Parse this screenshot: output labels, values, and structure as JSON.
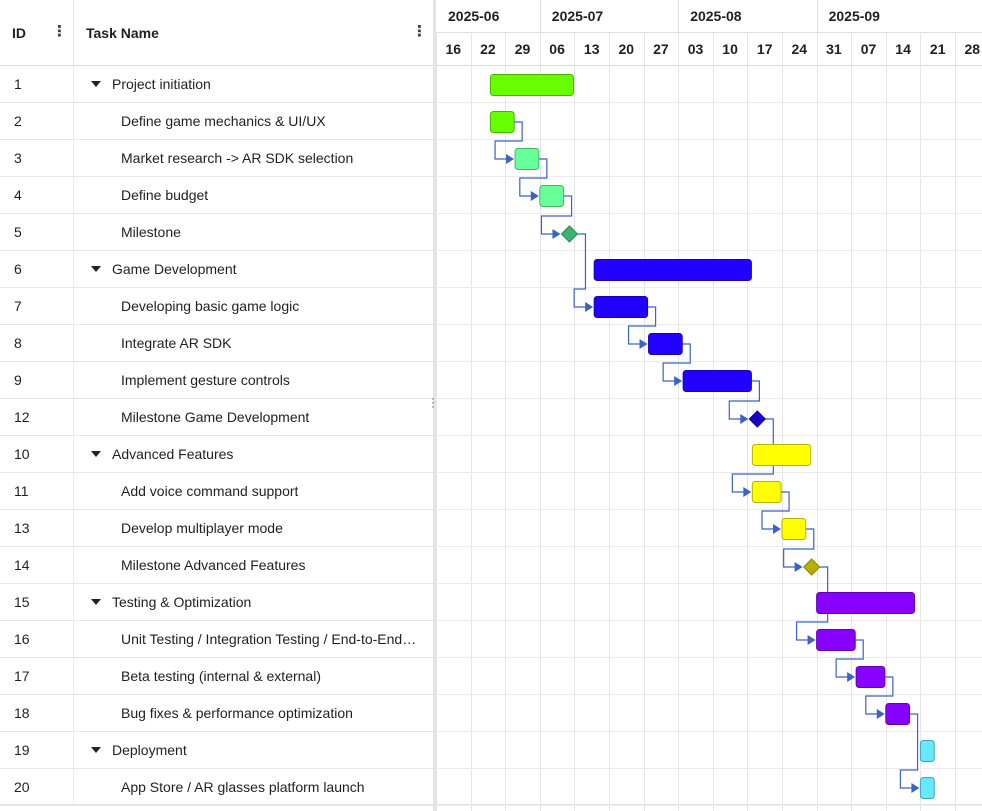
{
  "grid": {
    "columns": {
      "id": "ID",
      "name": "Task Name"
    }
  },
  "chart_data": {
    "type": "gantt",
    "timeline": {
      "months": [
        "2025-06",
        "2025-07",
        "2025-08",
        "2025-09"
      ],
      "weeks": [
        "16",
        "22",
        "29",
        "06",
        "13",
        "20",
        "27",
        "03",
        "10",
        "17",
        "24",
        "31",
        "07",
        "14",
        "21",
        "28"
      ]
    },
    "tasks": [
      {
        "id": "1",
        "name": "Project initiation",
        "kind": "summary",
        "expanded": true,
        "start": "2025-06-27",
        "end": "2025-07-13",
        "color": "#66ff00"
      },
      {
        "id": "2",
        "name": "Define game mechanics & UI/UX",
        "kind": "task",
        "start": "2025-06-27",
        "end": "2025-07-01",
        "color": "#66ff00"
      },
      {
        "id": "3",
        "name": "Market research -> AR SDK selection",
        "kind": "task",
        "start": "2025-07-02",
        "end": "2025-07-06",
        "color": "#66ff99"
      },
      {
        "id": "4",
        "name": "Define budget",
        "kind": "task",
        "start": "2025-07-07",
        "end": "2025-07-11",
        "color": "#66ff99"
      },
      {
        "id": "5",
        "name": "Milestone",
        "kind": "milestone",
        "start": "2025-07-13",
        "color": "#3cb371"
      },
      {
        "id": "6",
        "name": "Game Development",
        "kind": "summary",
        "expanded": true,
        "start": "2025-07-18",
        "end": "2025-08-18",
        "color": "#2200ff"
      },
      {
        "id": "7",
        "name": "Developing basic game logic",
        "kind": "task",
        "start": "2025-07-18",
        "end": "2025-07-28",
        "color": "#2200ff"
      },
      {
        "id": "8",
        "name": "Integrate AR SDK",
        "kind": "task",
        "start": "2025-07-29",
        "end": "2025-08-04",
        "color": "#2200ff"
      },
      {
        "id": "9",
        "name": "Implement gesture controls",
        "kind": "task",
        "start": "2025-08-05",
        "end": "2025-08-18",
        "color": "#2200ff"
      },
      {
        "id": "12",
        "name": "Milestone Game Development",
        "kind": "milestone",
        "start": "2025-08-20",
        "color": "#1c00c8"
      },
      {
        "id": "10",
        "name": "Advanced Features",
        "kind": "summary",
        "expanded": true,
        "start": "2025-08-19",
        "end": "2025-08-30",
        "color": "#ffff00"
      },
      {
        "id": "11",
        "name": "Add voice command support",
        "kind": "task",
        "start": "2025-08-19",
        "end": "2025-08-24",
        "color": "#ffff00"
      },
      {
        "id": "13",
        "name": "Develop multiplayer mode",
        "kind": "task",
        "start": "2025-08-25",
        "end": "2025-08-29",
        "color": "#ffff00"
      },
      {
        "id": "14",
        "name": "Milestone Advanced Features",
        "kind": "milestone",
        "start": "2025-08-31",
        "color": "#b8b000"
      },
      {
        "id": "15",
        "name": "Testing & Optimization",
        "kind": "summary",
        "expanded": true,
        "start": "2025-09-01",
        "end": "2025-09-20",
        "color": "#8800ff"
      },
      {
        "id": "16",
        "name": "Unit Testing / Integration Testing / End-to-End Testing",
        "kind": "task",
        "start": "2025-09-01",
        "end": "2025-09-08",
        "color": "#8800ff"
      },
      {
        "id": "17",
        "name": "Beta testing (internal & external)",
        "kind": "task",
        "start": "2025-09-09",
        "end": "2025-09-14",
        "color": "#8800ff"
      },
      {
        "id": "18",
        "name": "Bug fixes & performance optimization",
        "kind": "task",
        "start": "2025-09-15",
        "end": "2025-09-19",
        "color": "#8800ff"
      },
      {
        "id": "19",
        "name": "Deployment",
        "kind": "summary",
        "expanded": true,
        "start": "2025-09-22",
        "end": "2025-09-24",
        "color": "#66e8ff"
      },
      {
        "id": "20",
        "name": "App Store / AR glasses platform launch",
        "kind": "task",
        "start": "2025-09-22",
        "end": "2025-09-24",
        "color": "#66e8ff"
      }
    ],
    "dependencies": [
      [
        "2",
        "3"
      ],
      [
        "3",
        "4"
      ],
      [
        "4",
        "5"
      ],
      [
        "5",
        "7"
      ],
      [
        "7",
        "8"
      ],
      [
        "8",
        "9"
      ],
      [
        "9",
        "12"
      ],
      [
        "12",
        "11"
      ],
      [
        "11",
        "13"
      ],
      [
        "13",
        "14"
      ],
      [
        "14",
        "16"
      ],
      [
        "16",
        "17"
      ],
      [
        "17",
        "18"
      ],
      [
        "18",
        "20"
      ]
    ],
    "link_color": "#3b62c4"
  }
}
